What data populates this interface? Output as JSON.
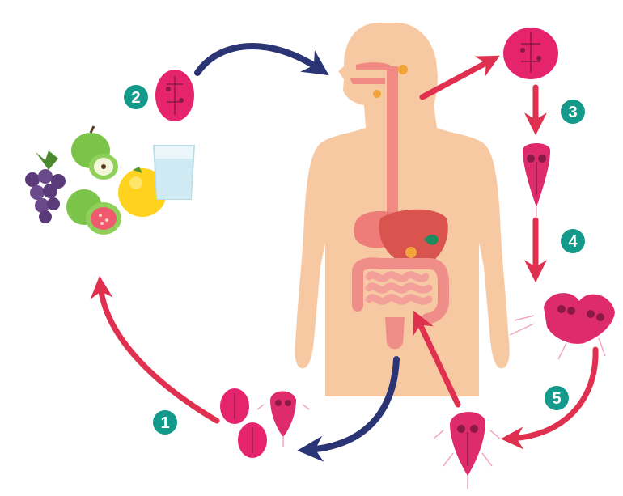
{
  "diagram": {
    "colors": {
      "background": "#ffffff",
      "skin": "#f7c9a3",
      "organ": "#f08a83",
      "organ_dark": "#e3655f",
      "liver": "#d9534f",
      "cyst": "#e6246e",
      "trophozoite": "#de2b6b",
      "red_arrow": "#e0304f",
      "navy_arrow": "#2b3575",
      "badge": "#139a8a",
      "water": "#cfeaf2"
    },
    "steps": [
      {
        "number": "1"
      },
      {
        "number": "2"
      },
      {
        "number": "3"
      },
      {
        "number": "4"
      },
      {
        "number": "5"
      }
    ],
    "icons": [
      "grapes-icon",
      "apple-icon",
      "guava-icon",
      "grapefruit-icon",
      "water-glass-icon",
      "human-body-icon",
      "cyst-icon",
      "trophozoite-icon"
    ]
  }
}
